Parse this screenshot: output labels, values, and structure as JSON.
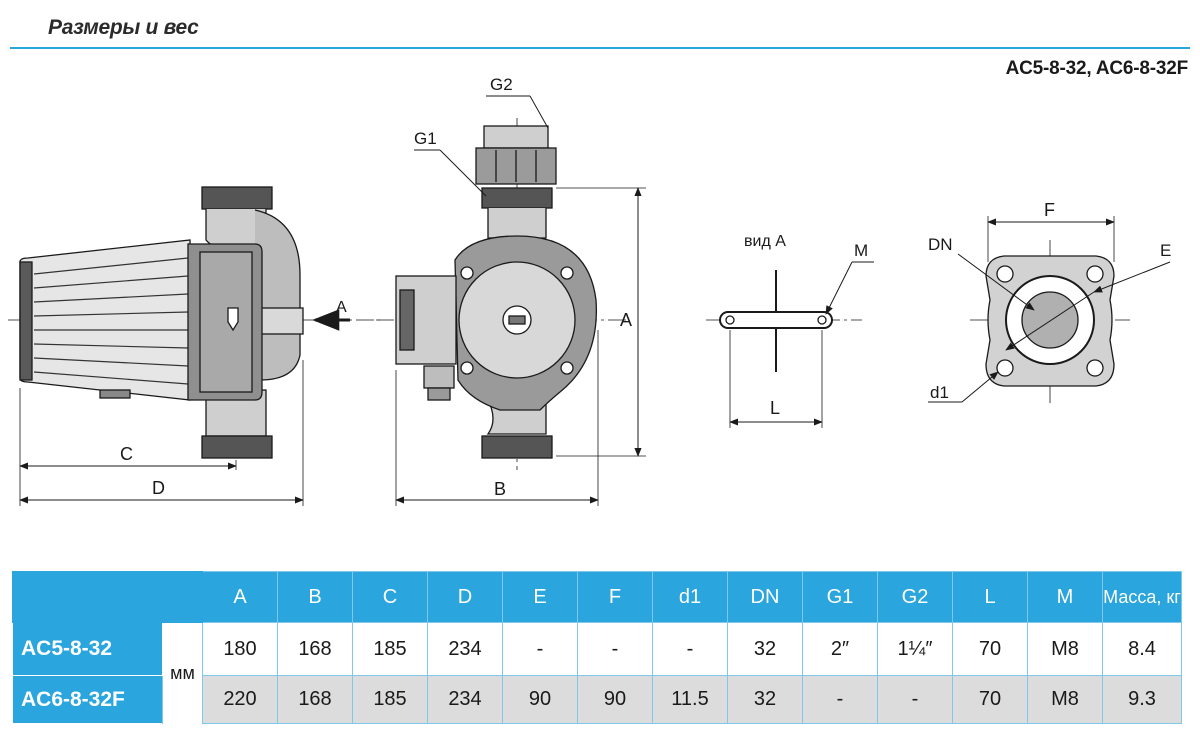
{
  "header": {
    "title": "Размеры и вес",
    "models": "AC5-8-32, AC6-8-32F"
  },
  "drawing_labels": {
    "side_view": {
      "dim_c": "C",
      "dim_d": "D",
      "arrow_a": "A"
    },
    "front_view": {
      "g1": "G1",
      "g2": "G2",
      "dim_a": "A",
      "dim_b": "B"
    },
    "view_a": {
      "caption": "вид А",
      "m": "M",
      "l": "L"
    },
    "flange_view": {
      "f": "F",
      "dn": "DN",
      "e": "E",
      "d1": "d1"
    }
  },
  "table": {
    "unit": "мм",
    "columns": [
      "A",
      "B",
      "C",
      "D",
      "E",
      "F",
      "d1",
      "DN",
      "G1",
      "G2",
      "L",
      "M",
      "Масса, кг"
    ],
    "rows": [
      {
        "model": "AC5-8-32",
        "values": [
          "180",
          "168",
          "185",
          "234",
          "-",
          "-",
          "-",
          "32",
          "2″",
          "1¼″",
          "70",
          "M8",
          "8.4"
        ]
      },
      {
        "model": "AC6-8-32F",
        "values": [
          "220",
          "168",
          "185",
          "234",
          "90",
          "90",
          "11.5",
          "32",
          "-",
          "-",
          "70",
          "M8",
          "9.3"
        ]
      }
    ]
  },
  "colors": {
    "accent": "#2aa5de",
    "row_alt": "#dcdcdc",
    "line": "#1a1a1a"
  }
}
